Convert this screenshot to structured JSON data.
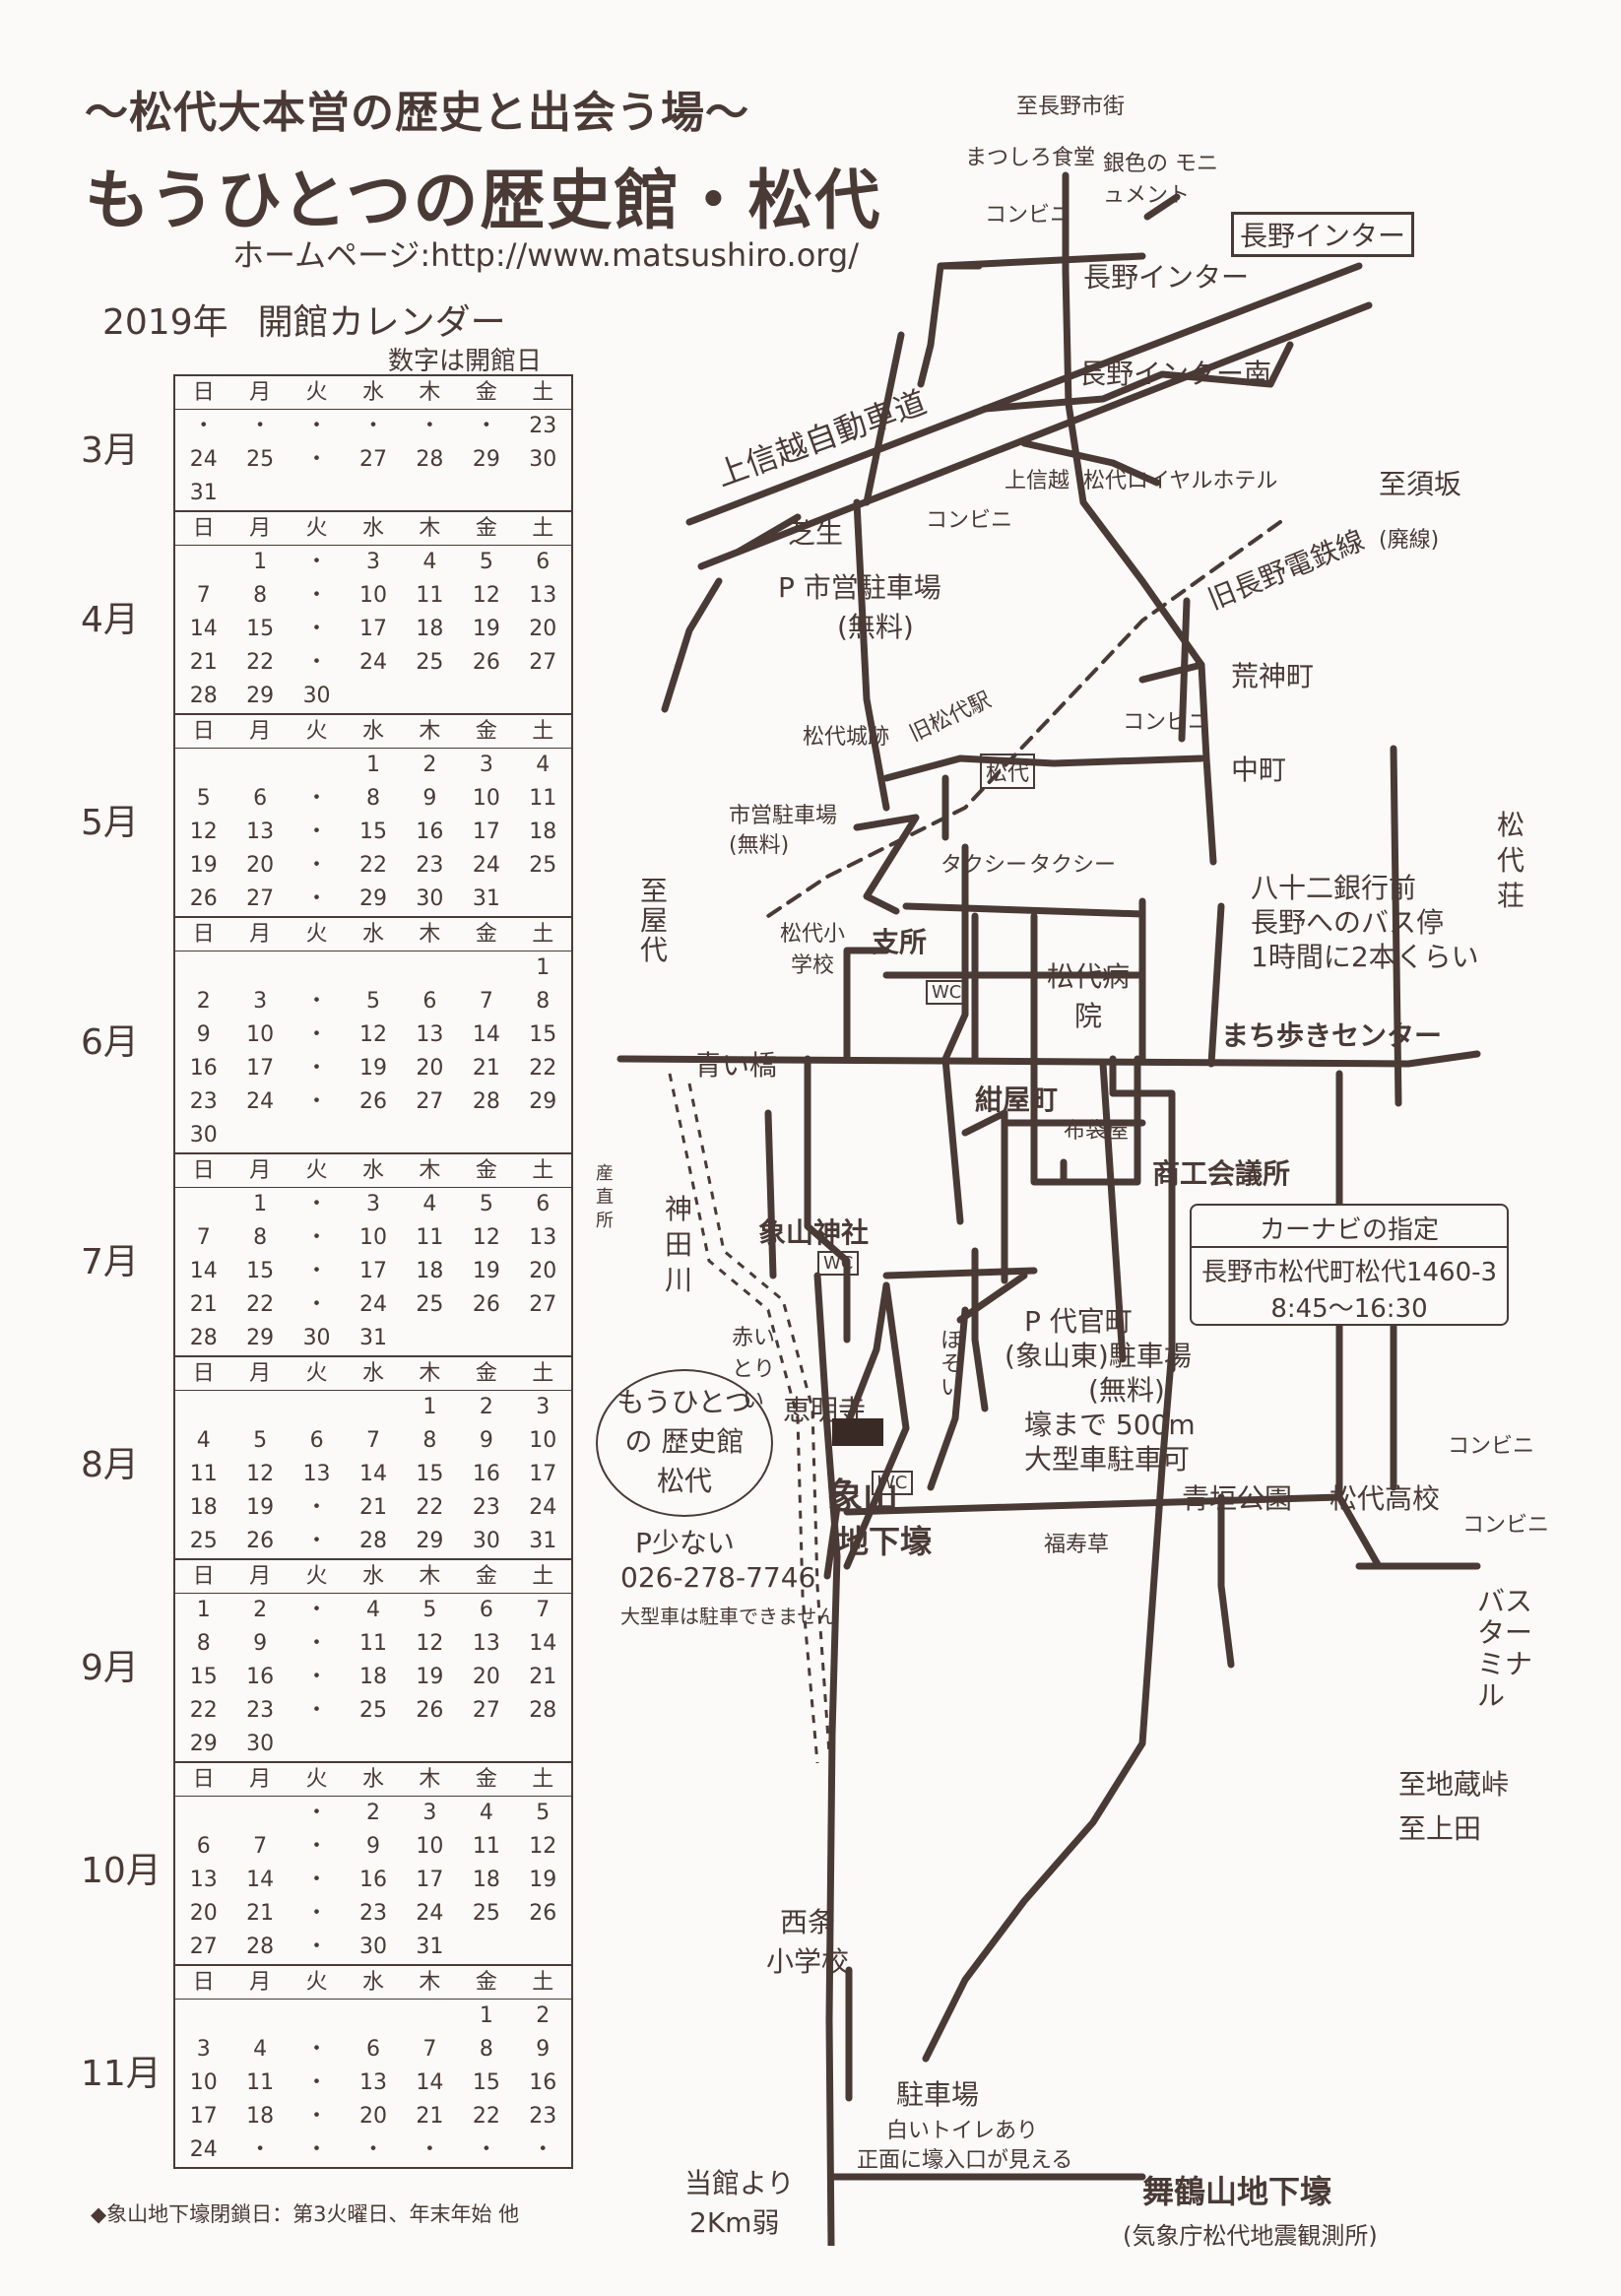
{
  "header": {
    "subtitle": "～松代大本営の歴史と出会う場～",
    "title": "もうひとつの歴史館・松代",
    "homepage": "ホームページ:http://www.matsushiro.org/"
  },
  "calendar": {
    "year": "2019年",
    "heading": "開館カレンダー",
    "note": "数字は開館日",
    "weekdays": [
      "日",
      "月",
      "火",
      "水",
      "木",
      "金",
      "土"
    ],
    "months": [
      {
        "label": "3月",
        "weeks": [
          [
            "・",
            "・",
            "・",
            "・",
            "・",
            "・",
            "23"
          ],
          [
            "24",
            "25",
            "・",
            "27",
            "28",
            "29",
            "30"
          ],
          [
            "31",
            "",
            "",
            "",
            "",
            "",
            ""
          ]
        ]
      },
      {
        "label": "4月",
        "weeks": [
          [
            "",
            "1",
            "・",
            "3",
            "4",
            "5",
            "6"
          ],
          [
            "7",
            "8",
            "・",
            "10",
            "11",
            "12",
            "13"
          ],
          [
            "14",
            "15",
            "・",
            "17",
            "18",
            "19",
            "20"
          ],
          [
            "21",
            "22",
            "・",
            "24",
            "25",
            "26",
            "27"
          ],
          [
            "28",
            "29",
            "30",
            "",
            "",
            "",
            ""
          ]
        ]
      },
      {
        "label": "5月",
        "weeks": [
          [
            "",
            "",
            "",
            "1",
            "2",
            "3",
            "4"
          ],
          [
            "5",
            "6",
            "・",
            "8",
            "9",
            "10",
            "11"
          ],
          [
            "12",
            "13",
            "・",
            "15",
            "16",
            "17",
            "18"
          ],
          [
            "19",
            "20",
            "・",
            "22",
            "23",
            "24",
            "25"
          ],
          [
            "26",
            "27",
            "・",
            "29",
            "30",
            "31",
            ""
          ]
        ]
      },
      {
        "label": "6月",
        "weeks": [
          [
            "",
            "",
            "",
            "",
            "",
            "",
            "1"
          ],
          [
            "2",
            "3",
            "・",
            "5",
            "6",
            "7",
            "8"
          ],
          [
            "9",
            "10",
            "・",
            "12",
            "13",
            "14",
            "15"
          ],
          [
            "16",
            "17",
            "・",
            "19",
            "20",
            "21",
            "22"
          ],
          [
            "23",
            "24",
            "・",
            "26",
            "27",
            "28",
            "29"
          ],
          [
            "30",
            "",
            "",
            "",
            "",
            "",
            ""
          ]
        ]
      },
      {
        "label": "7月",
        "weeks": [
          [
            "",
            "1",
            "・",
            "3",
            "4",
            "5",
            "6"
          ],
          [
            "7",
            "8",
            "・",
            "10",
            "11",
            "12",
            "13"
          ],
          [
            "14",
            "15",
            "・",
            "17",
            "18",
            "19",
            "20"
          ],
          [
            "21",
            "22",
            "・",
            "24",
            "25",
            "26",
            "27"
          ],
          [
            "28",
            "29",
            "30",
            "31",
            "",
            "",
            ""
          ]
        ]
      },
      {
        "label": "8月",
        "weeks": [
          [
            "",
            "",
            "",
            "",
            "1",
            "2",
            "3"
          ],
          [
            "4",
            "5",
            "6",
            "7",
            "8",
            "9",
            "10"
          ],
          [
            "11",
            "12",
            "13",
            "14",
            "15",
            "16",
            "17"
          ],
          [
            "18",
            "19",
            "・",
            "21",
            "22",
            "23",
            "24"
          ],
          [
            "25",
            "26",
            "・",
            "28",
            "29",
            "30",
            "31"
          ]
        ]
      },
      {
        "label": "9月",
        "weeks": [
          [
            "1",
            "2",
            "・",
            "4",
            "5",
            "6",
            "7"
          ],
          [
            "8",
            "9",
            "・",
            "11",
            "12",
            "13",
            "14"
          ],
          [
            "15",
            "16",
            "・",
            "18",
            "19",
            "20",
            "21"
          ],
          [
            "22",
            "23",
            "・",
            "25",
            "26",
            "27",
            "28"
          ],
          [
            "29",
            "30",
            "",
            "",
            "",
            "",
            ""
          ]
        ]
      },
      {
        "label": "10月",
        "weeks": [
          [
            "",
            "",
            "・",
            "2",
            "3",
            "4",
            "5"
          ],
          [
            "6",
            "7",
            "・",
            "9",
            "10",
            "11",
            "12"
          ],
          [
            "13",
            "14",
            "・",
            "16",
            "17",
            "18",
            "19"
          ],
          [
            "20",
            "21",
            "・",
            "23",
            "24",
            "25",
            "26"
          ],
          [
            "27",
            "28",
            "・",
            "30",
            "31",
            "",
            ""
          ]
        ]
      },
      {
        "label": "11月",
        "weeks": [
          [
            "",
            "",
            "",
            "",
            "",
            "1",
            "2"
          ],
          [
            "3",
            "4",
            "・",
            "6",
            "7",
            "8",
            "9"
          ],
          [
            "10",
            "11",
            "・",
            "13",
            "14",
            "15",
            "16"
          ],
          [
            "17",
            "18",
            "・",
            "20",
            "21",
            "22",
            "23"
          ],
          [
            "24",
            "・",
            "・",
            "・",
            "・",
            "・",
            "・"
          ]
        ]
      }
    ],
    "footnote": "◆象山地下壕閉鎖日：第3火曜日、年末年始 他"
  },
  "map": {
    "labels": {
      "to_nagano_city": "至長野市街",
      "matsushiro_shokudo": "まつしろ食堂",
      "silver_monument": "銀色の モニュメント",
      "konbini": "コンビニ",
      "nagano_ic_sign": "長野インター",
      "nagano_ic": "長野インター",
      "nagano_ic_south": "長野インター南",
      "joshinetsu": "上信越自動車道",
      "kamitonai": "上信越",
      "royal_hotel": "松代ロイヤルホテル",
      "shibau": "芝生",
      "to_suzaka": "至須坂",
      "haisen": "(廃線)",
      "old_nagano_dentetsu": "旧長野電鉄線",
      "municipal_parking": "P 市営駐車場",
      "free": "(無料)",
      "aragamimachi": "荒神町",
      "nakamachi": "中町",
      "matsushiro_castle": "松代城跡",
      "old_station": "旧松代駅",
      "matsushiro": "松代",
      "municipal_parking2": "市営駐車場",
      "free2": "(無料)",
      "taxi": "タクシー",
      "to_yashiro": "至屋代",
      "matsushiro_school": "松代小学校",
      "city_hall": "支所",
      "hospital": "松代病院",
      "wc": "WC",
      "bank": "八十二銀行前",
      "bus_stop": "長野へのバス停",
      "bus_freq": "1時間に2本くらい",
      "machiaruki": "まち歩きセンター",
      "matsushiro_so": "松代荘",
      "aoi_bashi": "青い橋",
      "sanchokusho": "産直所",
      "konyamachi": "紺屋町",
      "nunobukuro": "布袋屋",
      "shoko": "商工会議所",
      "kanda_river": "神田川",
      "zozan_shrine": "象山神社",
      "navi_title": "カーナビの指定",
      "navi_addr": "長野市松代町松代1460-3",
      "navi_hours": "8:45～16:30",
      "red_torii": "赤い とりい",
      "emyoji": "恵明寺",
      "narrow": "ほそい",
      "daikan_parking": "P 代官町",
      "daikan_parking2": "(象山東)駐車場",
      "free3": "(無料)",
      "to_shelter": "壕まで 500m",
      "large_ok": "大型車駐車可",
      "museum": "もうひとつの 歴史館 松代",
      "few_parking": "P少ない",
      "phone": "026-278-7746",
      "no_large": "大型車は駐車できません",
      "zozan": "象山",
      "chikago": "地下壕",
      "fukuju": "福寿草",
      "aogaki_park": "青垣公園",
      "matsushiro_hs": "松代高校",
      "bus_terminal": "バス ターミナル",
      "to_jizo": "至地蔵峠",
      "to_ueda": "至上田",
      "nishijo_school": "西条 小学校",
      "parking_bottom": "駐車場",
      "white_toilet": "白いトイレあり",
      "entrance_visible": "正面に壕入口が見える",
      "from_museum": "当館より",
      "approx_2km": "2Km弱",
      "maizuru": "舞鶴山地下壕",
      "jma": "(気象庁松代地震観測所)"
    }
  }
}
